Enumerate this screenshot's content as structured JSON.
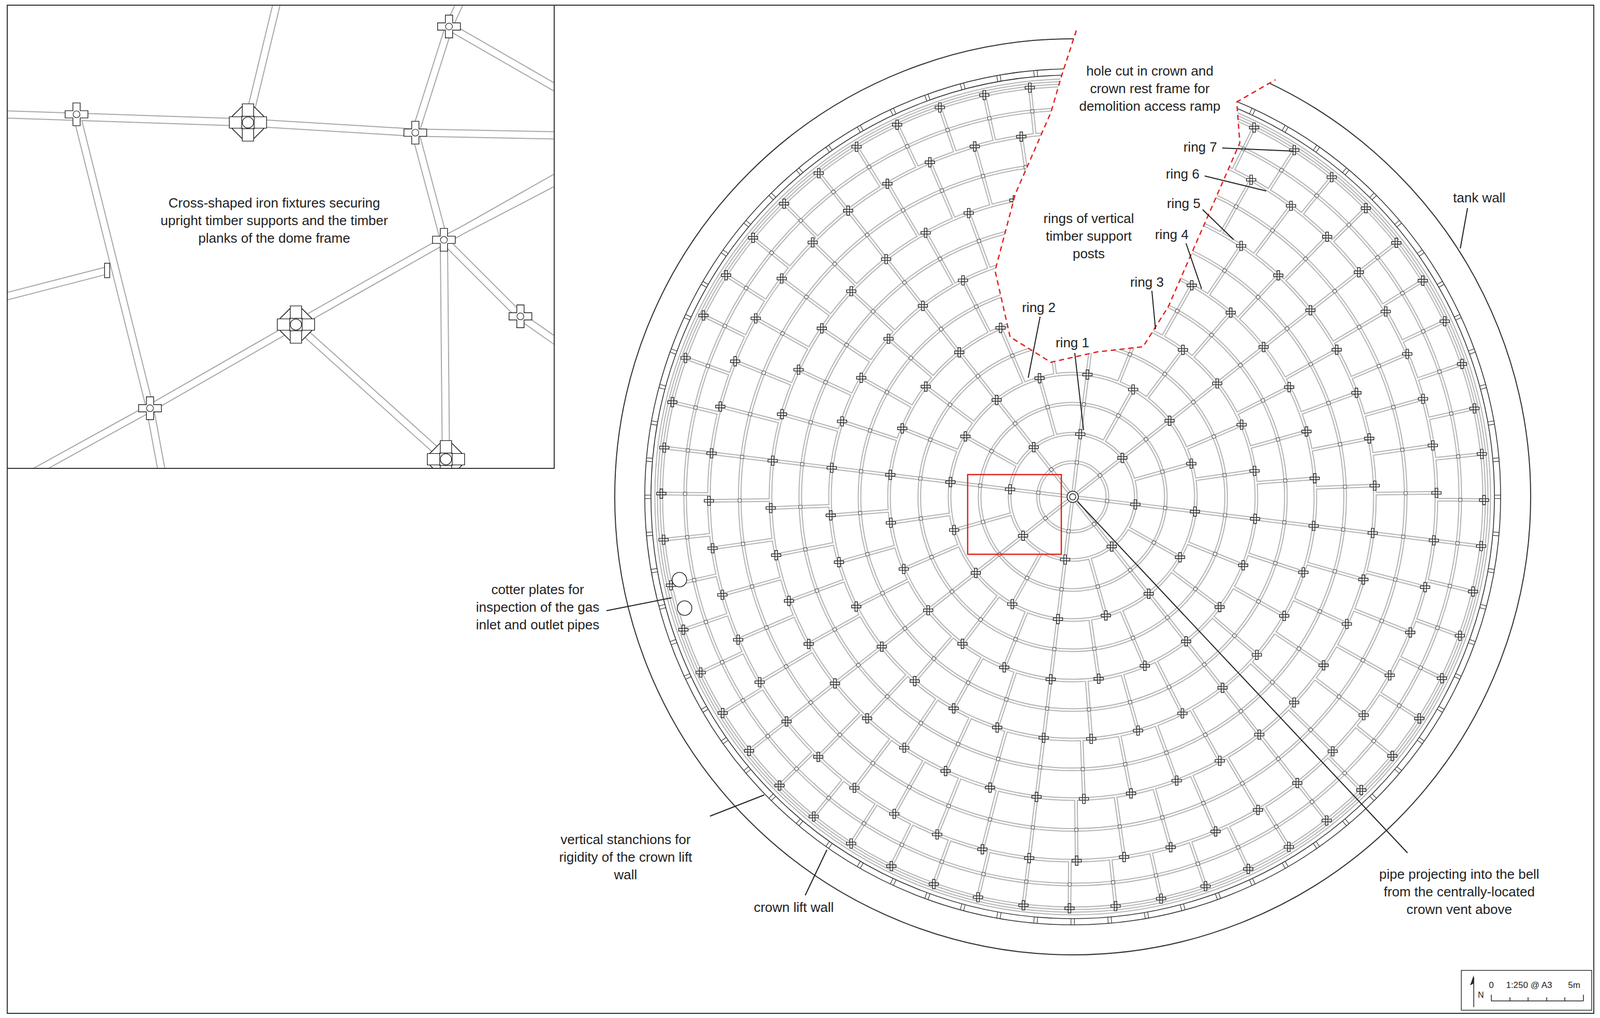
{
  "diagram": {
    "labels": [
      "Cross-shaped iron fixtures securing upright timber supports and the timber planks of the dome frame",
      "hole cut in crown and crown rest frame for demolition access ramp",
      "rings of vertical timber support posts",
      "ring 7",
      "ring 6",
      "ring 5",
      "ring 4",
      "ring 3",
      "ring 2",
      "ring 1",
      "tank wall",
      "cotter plates for inspection of the gas inlet and outlet pipes",
      "vertical stanchions for rigidity of the crown lift wall",
      "crown lift wall",
      "pipe projecting into the bell from the centrally-located crown vent above",
      "0",
      "1:250 @ A3",
      "5m",
      "N"
    ]
  }
}
